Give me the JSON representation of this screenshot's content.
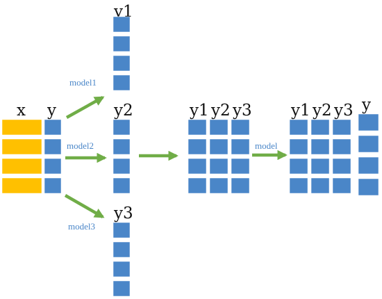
{
  "colors": {
    "feature_block": "#ffc000",
    "target_block": "#4a86c8",
    "block_border": "#ffffff",
    "arrow": "#70ad47",
    "model_label": "#4a86c8",
    "text": "#111111"
  },
  "labels": {
    "x": "x",
    "y": "y",
    "y1": "y1",
    "y2": "y2",
    "y3": "y3",
    "stack_y1": "y1",
    "stack_y2": "y2",
    "stack_y3": "y3",
    "final_y1": "y1",
    "final_y2": "y2",
    "final_y3": "y3",
    "final_y": "y"
  },
  "models": {
    "model1": "model1",
    "model2": "model2",
    "model3": "model3",
    "meta": "model"
  }
}
